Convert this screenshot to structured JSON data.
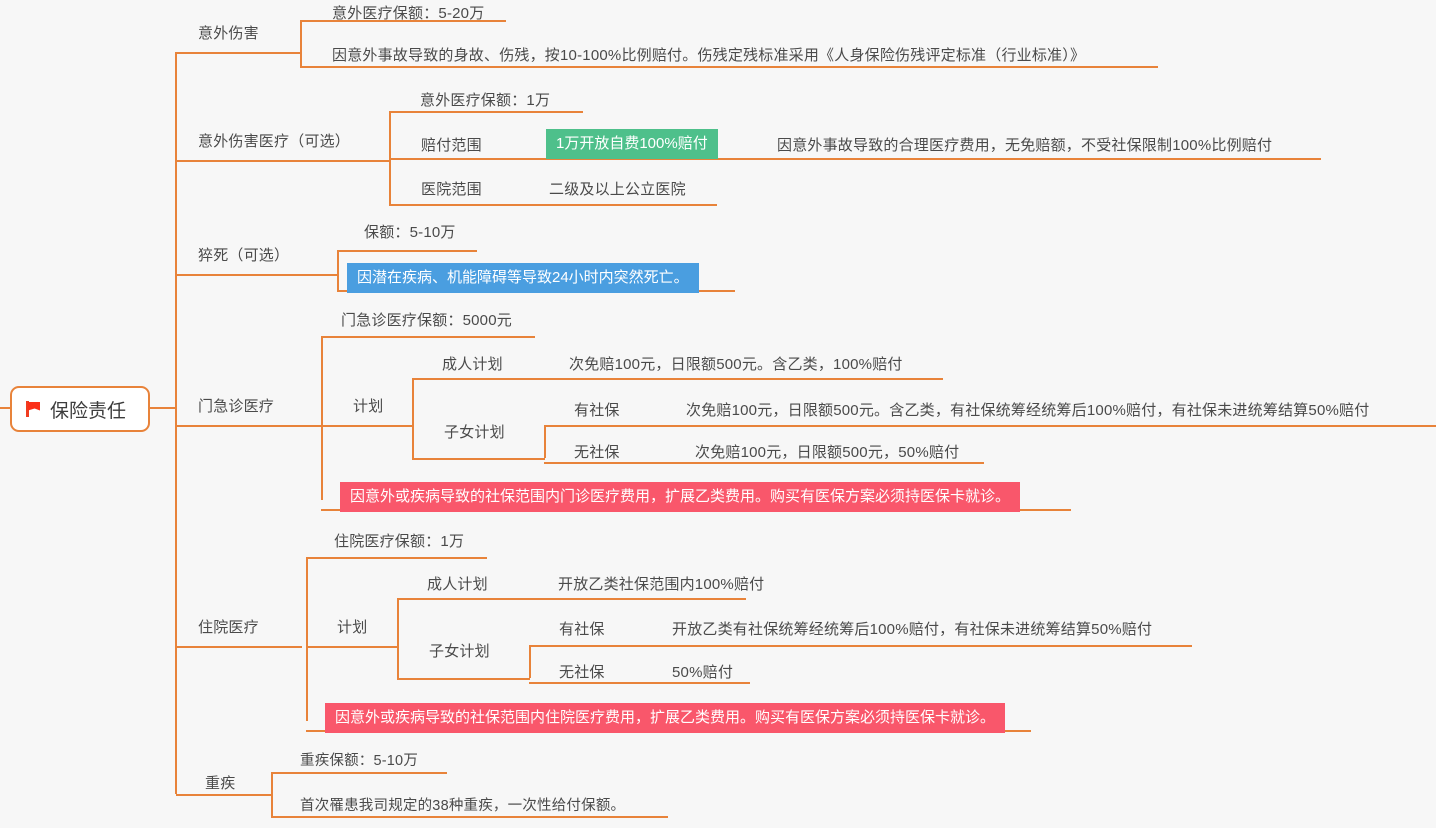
{
  "diagram": {
    "title": "保险责任",
    "type": "mindmap",
    "background_color": "#f7f7f7",
    "line_color": "#e8833a",
    "text_color": "#4a4a4a",
    "root": {
      "label": "保险责任",
      "icon": "red-flag-icon",
      "icon_color": "#fb2f18",
      "border_color": "#e8833a",
      "fill_color": "#ffffff"
    },
    "highlight_colors": {
      "green": "#4ec08b",
      "blue": "#4a9ee0",
      "red": "#f9576b"
    },
    "branches": [
      {
        "label": "意外伤害",
        "children": [
          {
            "label": "意外医疗保额：5-20万"
          },
          {
            "label": "因意外事故导致的身故、伤残，按10-100%比例赔付。伤残定残标准采用《人身保险伤残评定标准（行业标准）》"
          }
        ]
      },
      {
        "label": "意外伤害医疗（可选）",
        "children": [
          {
            "label": "意外医疗保额：1万"
          },
          {
            "label": "赔付范围",
            "chip": "1万开放自费100%赔付",
            "chip_color": "green",
            "detail": "因意外事故导致的合理医疗费用，无免赔额，不受社保限制100%比例赔付"
          },
          {
            "label": "医院范围",
            "value": "二级及以上公立医院"
          }
        ]
      },
      {
        "label": "猝死（可选）",
        "children": [
          {
            "label": "保额：5-10万"
          },
          {
            "chip": "因潜在疾病、机能障碍等导致24小时内突然死亡。",
            "chip_color": "blue"
          }
        ]
      },
      {
        "label": "门急诊医疗",
        "children": [
          {
            "label": "门急诊医疗保额：5000元"
          },
          {
            "label": "计划",
            "plans": [
              {
                "label": "成人计划",
                "value": "次免赔100元，日限额500元。含乙类，100%赔付"
              },
              {
                "label": "子女计划",
                "options": [
                  {
                    "label": "有社保",
                    "value": "次免赔100元，日限额500元。含乙类，有社保统筹经统筹后100%赔付，有社保未进统筹结算50%赔付"
                  },
                  {
                    "label": "无社保",
                    "value": "次免赔100元，日限额500元，50%赔付"
                  }
                ]
              }
            ]
          },
          {
            "chip": "因意外或疾病导致的社保范围内门诊医疗费用，扩展乙类费用。购买有医保方案必须持医保卡就诊。",
            "chip_color": "red"
          }
        ]
      },
      {
        "label": "住院医疗",
        "children": [
          {
            "label": "住院医疗保额：1万"
          },
          {
            "label": "计划",
            "plans": [
              {
                "label": "成人计划",
                "value": "开放乙类社保范围内100%赔付"
              },
              {
                "label": "子女计划",
                "options": [
                  {
                    "label": "有社保",
                    "value": "开放乙类有社保统筹经统筹后100%赔付，有社保未进统筹结算50%赔付"
                  },
                  {
                    "label": "无社保",
                    "value": "50%赔付"
                  }
                ]
              }
            ]
          },
          {
            "chip": "因意外或疾病导致的社保范围内住院医疗费用，扩展乙类费用。购买有医保方案必须持医保卡就诊。",
            "chip_color": "red"
          }
        ]
      },
      {
        "label": "重疾",
        "children": [
          {
            "label": "重疾保额：5-10万"
          },
          {
            "label": "首次罹患我司规定的38种重疾，一次性给付保额。"
          }
        ]
      }
    ]
  }
}
